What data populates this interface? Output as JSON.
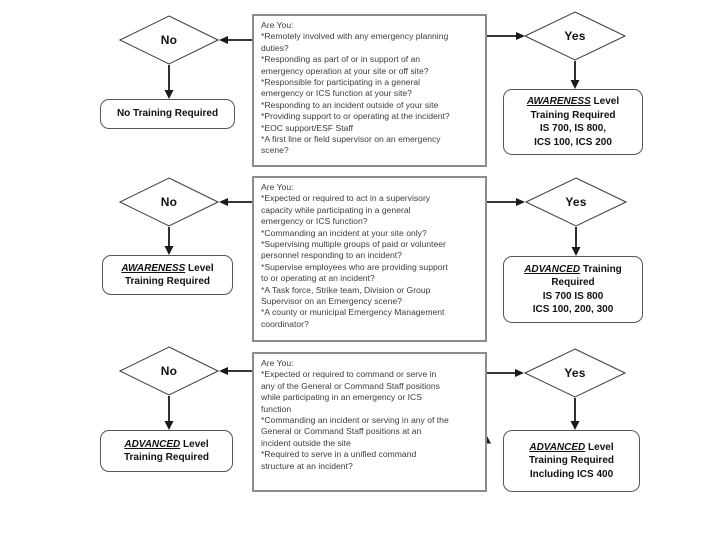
{
  "colors": {
    "ink": "#1a1a1a",
    "question_box_border": "#8c8c8c",
    "result_box_border": "#555555"
  },
  "rows": [
    {
      "no_label": "No",
      "yes_label": "Yes",
      "question": "Are You:\n*Remotely involved with any emergency planning\nduties?\n*Responding as part of or in support of an\nemergency operation at your site or off site?\n*Responsible for participating in a general\nemergency or ICS function at your site?\n*Responding to an incident outside of your site\n*Providing support to or operating at the incident?\n*EOC support/ESF Staff\n*A first line or field supervisor on an emergency\nscene?",
      "no_box": {
        "line1": "No Training Required"
      },
      "yes_box": {
        "line1_em": "AWARENESS",
        "line1_rest": " Level",
        "line2": "Training Required",
        "line3": "IS 700, IS 800,",
        "line4": "ICS 100, ICS 200"
      }
    },
    {
      "no_label": "No",
      "yes_label": "Yes",
      "question": "Are You:\n*Expected or required to act in a supervisory\ncapacity while participating in a general\nemergency or ICS function?\n*Commanding an incident at your site only?\n*Supervising multiple groups of paid or volunteer\npersonnel responding to an incident?\n*Supervise employees who are providing support\nto or operating at an incident?\n*A Task force, Strike team, Division or Group\nSupervisor on an Emergency scene?\n*A county or municipal Emergency Management\ncoordinator?",
      "no_box": {
        "line1_em": "AWARENESS",
        "line1_rest": " Level",
        "line2": "Training Required"
      },
      "yes_box": {
        "line1_em": "ADVANCED",
        "line1_rest": " Training",
        "line2": "Required",
        "line3": "IS 700 IS 800",
        "line4": "ICS 100, 200, 300"
      }
    },
    {
      "no_label": "No",
      "yes_label": "Yes",
      "question": "Are You:\n*Expected or required to command or serve in\nany of the General or Command Staff positions\nwhile participating in an emergency or ICS\nfunction\n*Commanding an incident or serving in any of the\nGeneral or Command Staff positions at an\nincident outside the site\n*Required to serve in a unified command\nstructure at an incident?",
      "no_box": {
        "line1_em": "ADVANCED",
        "line1_rest": " Level",
        "line2": "Training Required"
      },
      "yes_box": {
        "line1_em": "ADVANCED",
        "line1_rest": " Level",
        "line2": "Training Required",
        "line3": "Including ICS 400"
      }
    }
  ]
}
